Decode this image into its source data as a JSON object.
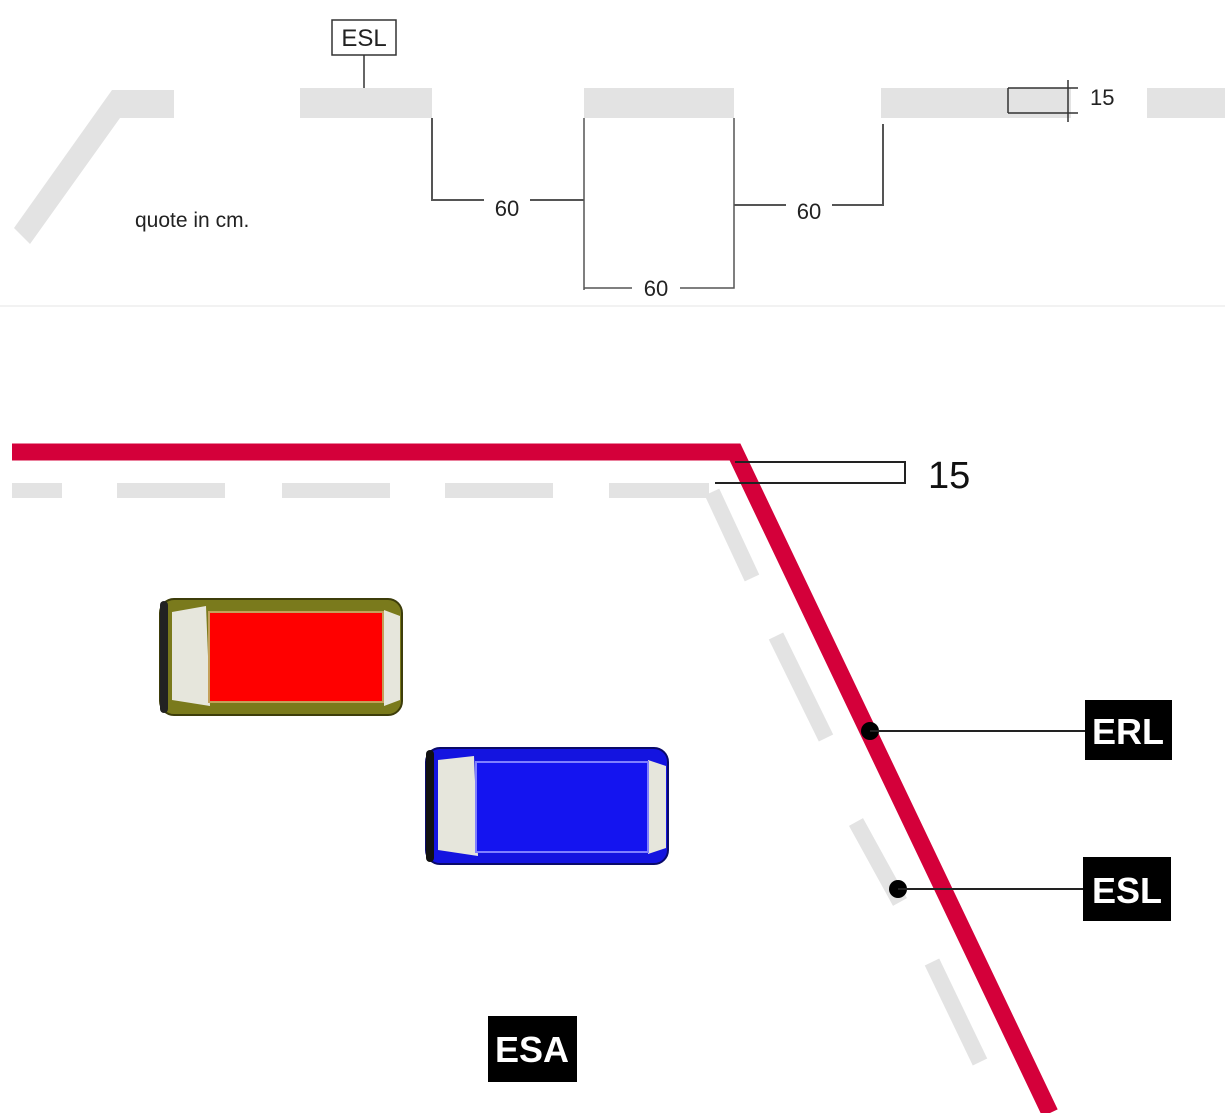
{
  "top_detail": {
    "tag": "ESL",
    "note": "quote in cm.",
    "dims": {
      "gap_left": "60",
      "gap_right": "60",
      "segment": "60",
      "width": "15"
    }
  },
  "bottom_detail": {
    "width_dim": "15",
    "labels": {
      "erl": "ERL",
      "esl": "ESL",
      "esa": "ESA"
    }
  },
  "colors": {
    "red_line": "#d4003a",
    "dash_gray": "#e3e3e3",
    "label_bg": "#000000",
    "red_car": "#ff0000",
    "olive_car_body": "#7a7a1c",
    "blue_car": "#1414e0",
    "car_glass": "#e6e6dc"
  },
  "icons": [
    "red-car-icon",
    "blue-car-icon"
  ]
}
